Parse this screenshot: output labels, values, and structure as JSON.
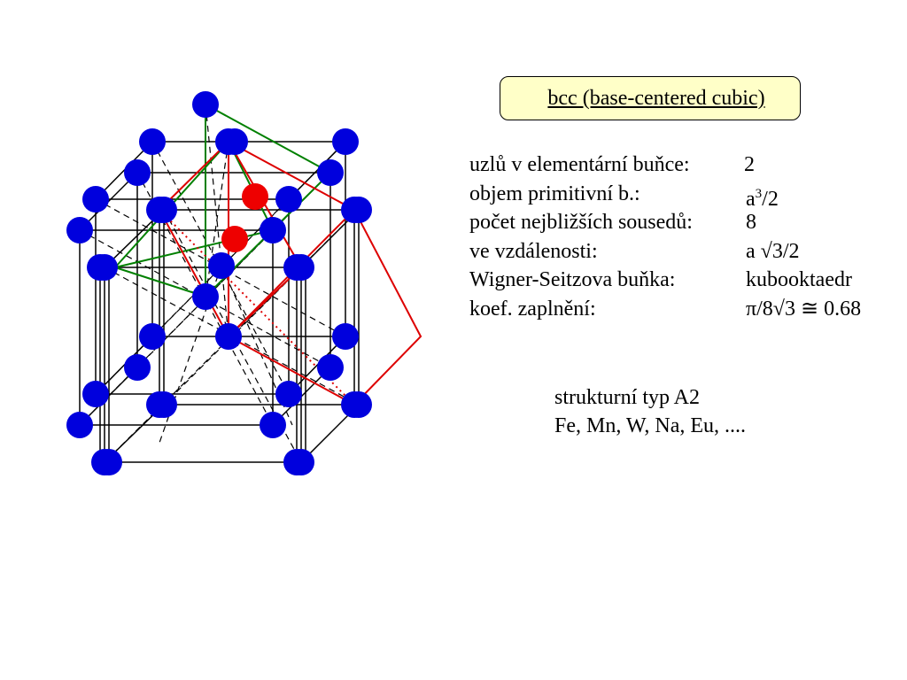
{
  "title": "bcc  (base-centered cubic)",
  "properties": [
    {
      "label": "uzlů v elementární buňce:",
      "value": "2"
    },
    {
      "label": "objem primitivní b.:",
      "value_base": "a",
      "value_sup": "3",
      "value_rest": "/2"
    },
    {
      "label": "počet nejbližších sousedů:",
      "value": "8"
    },
    {
      "label": "ve vzdálenosti:",
      "value": "a √3/2"
    },
    {
      "label": "Wigner-Seitzova buňka:",
      "value": "kubooktaedr"
    },
    {
      "label": "koef. zaplnění:",
      "value": "π/8√3 ≅ 0.68"
    }
  ],
  "structure": {
    "line1": "strukturní typ A2",
    "line2": "Fe, Mn, W, Na, Eu, ...."
  },
  "colors": {
    "atom": "#0000dd",
    "highlight_atom": "#ee0000",
    "cell_lines": "#000000",
    "green_plane": "#008000",
    "red_plane": "#dd0000",
    "title_box": "#ffffc8"
  }
}
